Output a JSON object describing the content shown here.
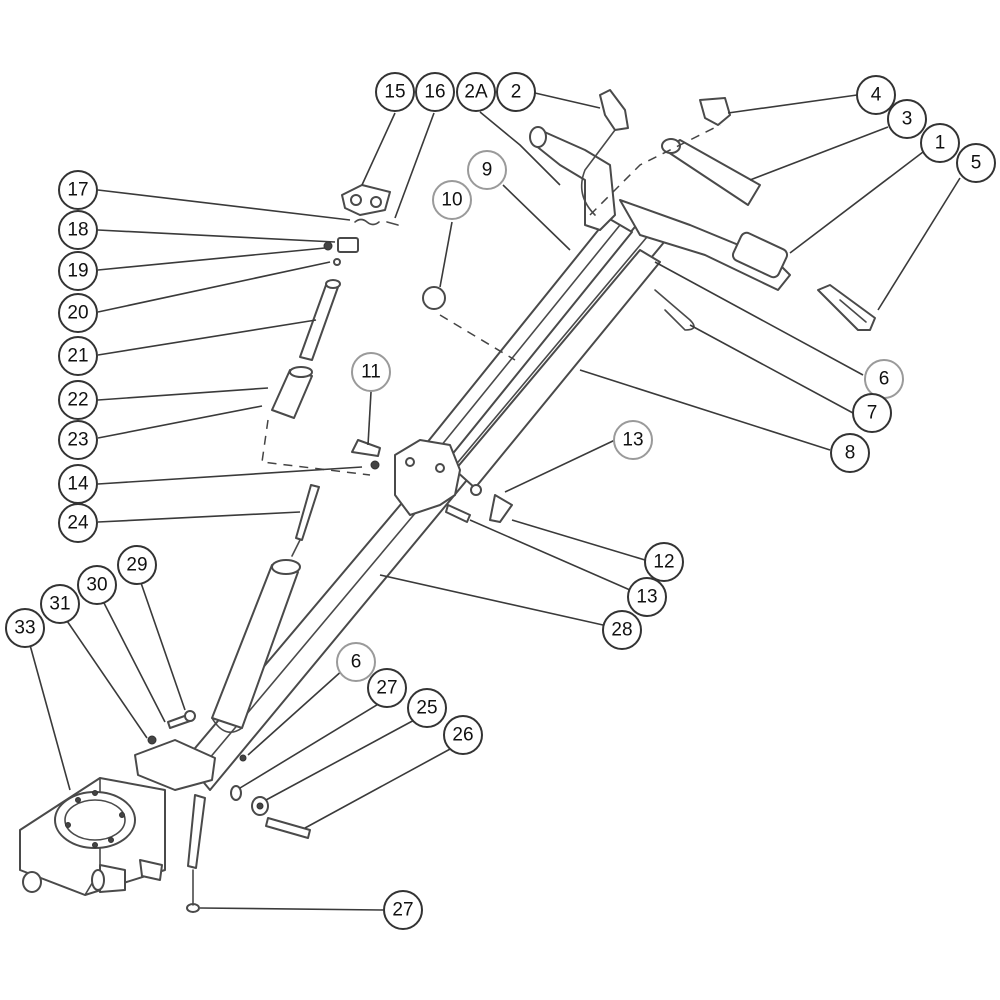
{
  "callouts": {
    "c15": "15",
    "c16": "16",
    "c2a": "2A",
    "c2": "2",
    "c4": "4",
    "c3": "3",
    "c1": "1",
    "c5": "5",
    "c9": "9",
    "c10": "10",
    "c17": "17",
    "c18": "18",
    "c19": "19",
    "c20": "20",
    "c21": "21",
    "c22": "22",
    "c23": "23",
    "c14": "14",
    "c24": "24",
    "c11": "11",
    "c13a": "13",
    "c12": "12",
    "c13b": "13",
    "c28": "28",
    "c6a": "6",
    "c7": "7",
    "c8": "8",
    "c29": "29",
    "c30": "30",
    "c31": "31",
    "c33": "33",
    "c6b": "6",
    "c27a": "27",
    "c25": "25",
    "c26": "26",
    "c27b": "27"
  }
}
